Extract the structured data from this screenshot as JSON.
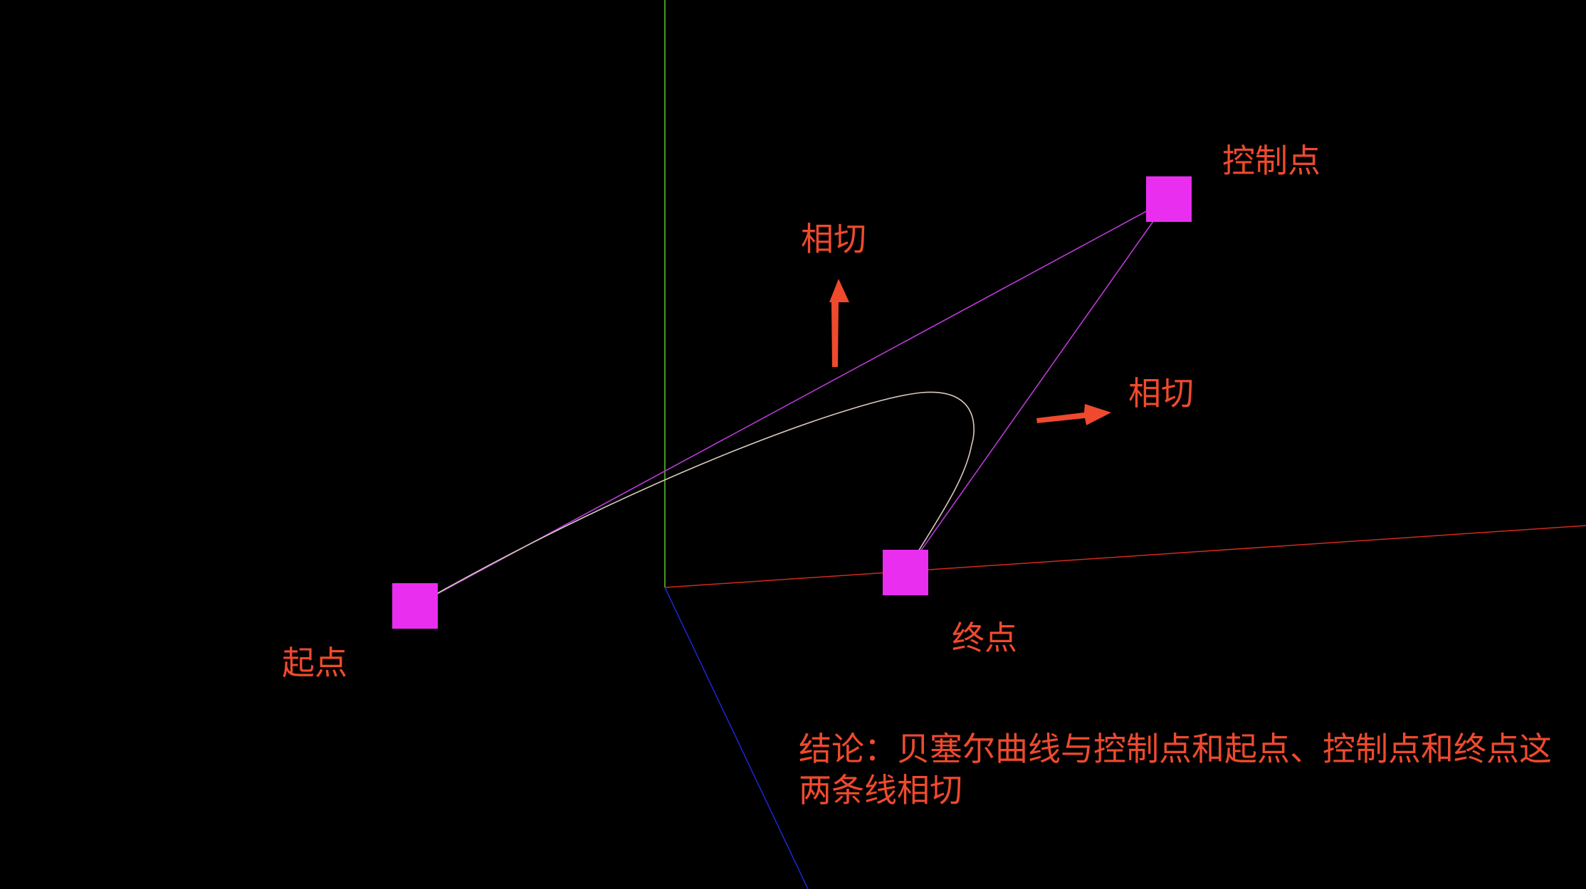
{
  "labels": {
    "control_point": "控制点",
    "start_point": "起点",
    "end_point": "终点",
    "tangent_top": "相切",
    "tangent_right": "相切"
  },
  "conclusion": "结论：贝塞尔曲线与控制点和起点、控制点和终点这两条线相切",
  "colors": {
    "background": "#000000",
    "annotation_text": "#ef4a2e",
    "point_marker": "#e92ef0",
    "guide_line": "#b93ad6",
    "curve": "#d9c9c0",
    "axis_x": "#d22a1c",
    "axis_y": "#5ec52a",
    "axis_z": "#1c27d6"
  }
}
